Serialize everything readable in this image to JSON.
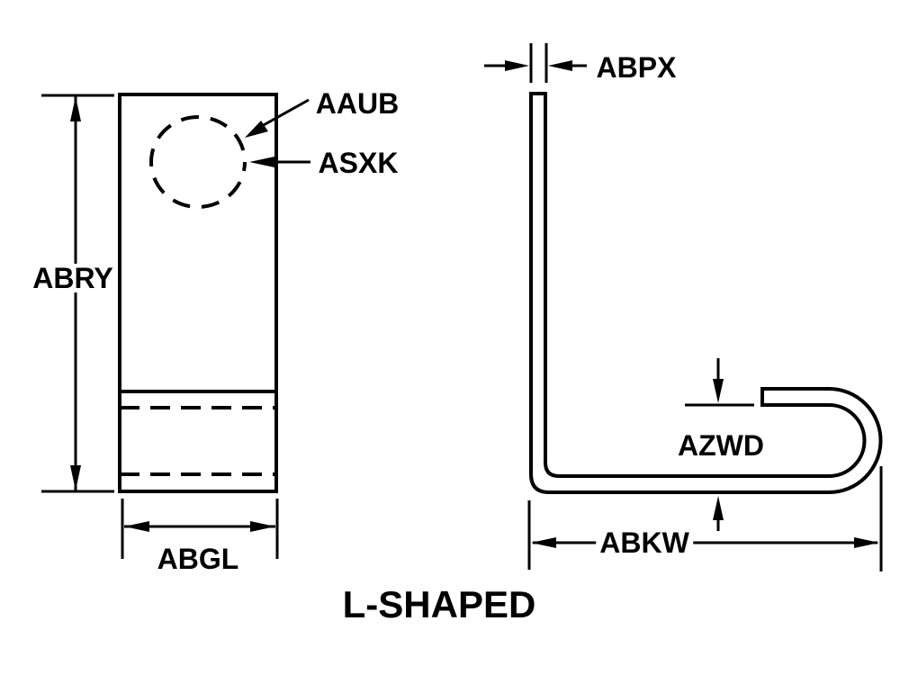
{
  "title": "L-SHAPED",
  "colors": {
    "line": "#000000",
    "background": "#ffffff"
  },
  "front_view": {
    "labels": {
      "hole": "AAUB",
      "hole_diameter": "ASXK",
      "height": "ABRY",
      "width": "ABGL"
    }
  },
  "side_view": {
    "labels": {
      "thickness": "ABPX",
      "hook_opening": "AZWD",
      "base_length": "ABKW"
    }
  }
}
